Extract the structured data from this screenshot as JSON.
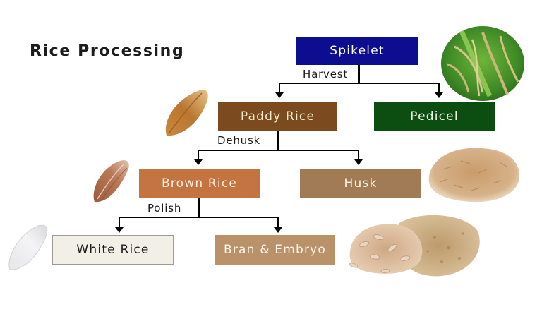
{
  "title": "Rice Processing",
  "nodes": {
    "spikelet": {
      "label": "Spikelet",
      "bg": "#0d0d8f",
      "fg": "#ffffff"
    },
    "paddy_rice": {
      "label": "Paddy Rice",
      "bg": "#7b4a1e",
      "fg": "#f7ecd2"
    },
    "pedicel": {
      "label": "Pedicel",
      "bg": "#0c4d12",
      "fg": "#f3f3e6"
    },
    "brown_rice": {
      "label": "Brown Rice",
      "bg": "#c47440",
      "fg": "#fbeee0"
    },
    "husk": {
      "label": "Husk",
      "bg": "#a07b55",
      "fg": "#fbf1e4"
    },
    "white_rice": {
      "label": "White Rice",
      "bg": "#f2efe6",
      "fg": "#1c1c1c"
    },
    "bran_embryo": {
      "label": "Bran & Embryo",
      "bg": "#b9926a",
      "fg": "#fbf3e8"
    }
  },
  "processes": {
    "harvest": "Harvest",
    "dehusk": "Dehusk",
    "polish": "Polish"
  },
  "edges": [
    {
      "from": "Spikelet",
      "to": "Paddy Rice",
      "process": "Harvest"
    },
    {
      "from": "Spikelet",
      "to": "Pedicel",
      "process": "Harvest"
    },
    {
      "from": "Paddy Rice",
      "to": "Brown Rice",
      "process": "Dehusk"
    },
    {
      "from": "Paddy Rice",
      "to": "Husk",
      "process": "Dehusk"
    },
    {
      "from": "Brown Rice",
      "to": "White Rice",
      "process": "Polish"
    },
    {
      "from": "Brown Rice",
      "to": "Bran & Embryo",
      "process": "Polish"
    }
  ],
  "images": [
    "rice-plant-photo",
    "paddy-grain-photo",
    "brown-rice-grain-photo",
    "white-rice-grain-photo",
    "husk-pile-photo",
    "bran-embryo-pile-photo"
  ]
}
